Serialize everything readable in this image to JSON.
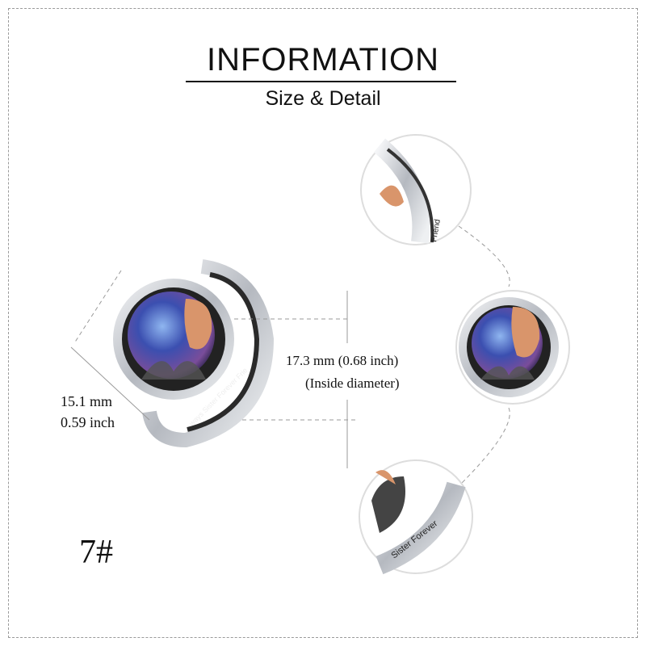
{
  "header": {
    "title": "INFORMATION",
    "subtitle": "Size & Detail"
  },
  "measurements": {
    "inside_diameter_value": "17.3 mm  (0.68 inch)",
    "inside_diameter_label": "(Inside diameter)",
    "face_width_mm": "15.1 mm",
    "face_width_inch": "0.59 inch"
  },
  "ring": {
    "engraving_main": "ways Sister Forever Frie",
    "engraving_detail_top": "Friend",
    "engraving_detail_bottom": "Sister Forever"
  },
  "size_label": "7#",
  "colors": {
    "silver": "#c9ccd1",
    "rose_gold": "#d9956b",
    "abalone_blue": "#3b4fb0",
    "abalone_purple": "#7a4d9a",
    "guide": "#9a9a9a"
  }
}
